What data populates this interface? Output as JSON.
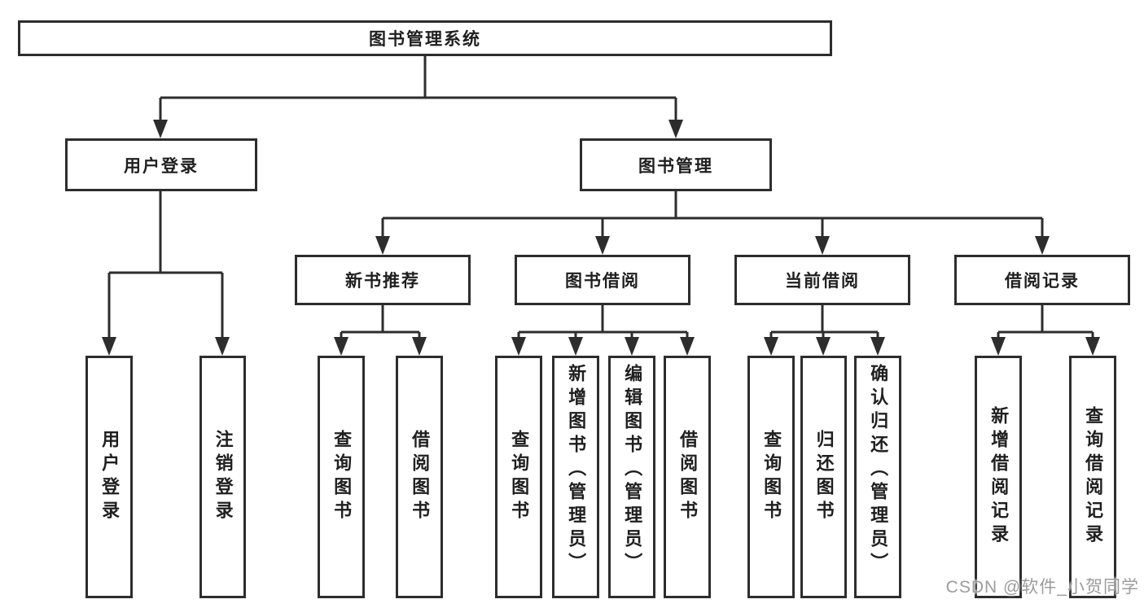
{
  "diagram": {
    "type": "hierarchy-tree",
    "title": "图书管理系统",
    "colors": {
      "line": "#2d2d2d",
      "node_border": "#2d2d2d",
      "node_fill": "#ffffff",
      "text": "#1f1f1f",
      "watermark": "#9c9c9c",
      "background": "#ffffff"
    },
    "nodes": {
      "root": {
        "label": "图书管理系统",
        "parent": null
      },
      "userLogin": {
        "label": "用户登录",
        "parent": "root"
      },
      "bookMgmt": {
        "label": "图书管理",
        "parent": "root"
      },
      "leafUserLogin": {
        "label": "用户登录",
        "parent": "userLogin"
      },
      "leafLogout": {
        "label": "注销登录",
        "parent": "userLogin"
      },
      "newBookRec": {
        "label": "新书推荐",
        "parent": "bookMgmt"
      },
      "bookBorrow": {
        "label": "图书借阅",
        "parent": "bookMgmt"
      },
      "currentBorrow": {
        "label": "当前借阅",
        "parent": "bookMgmt"
      },
      "borrowRecord": {
        "label": "借阅记录",
        "parent": "bookMgmt"
      },
      "leafQueryBookRec": {
        "label": "查询图书",
        "parent": "newBookRec"
      },
      "leafBorrowBookRec": {
        "label": "借阅图书",
        "parent": "newBookRec"
      },
      "leafQueryBookBor": {
        "label": "查询图书",
        "parent": "bookBorrow"
      },
      "leafAddBook": {
        "label": "新增图书（管理员）",
        "parent": "bookBorrow"
      },
      "leafEditBook": {
        "label": "编辑图书（管理员）",
        "parent": "bookBorrow"
      },
      "leafBorrowBookBor": {
        "label": "借阅图书",
        "parent": "bookBorrow"
      },
      "leafQueryBookCur": {
        "label": "查询图书",
        "parent": "currentBorrow"
      },
      "leafReturnBook": {
        "label": "归还图书",
        "parent": "currentBorrow"
      },
      "leafConfirmReturn": {
        "label": "确认归还（管理员）",
        "parent": "currentBorrow"
      },
      "leafAddBorrowRecord": {
        "label": "新增借阅记录",
        "parent": "borrowRecord"
      },
      "leafQueryBorrowRecord": {
        "label": "查询借阅记录",
        "parent": "borrowRecord"
      }
    },
    "watermark": "CSDN @软件_小贺同学"
  }
}
